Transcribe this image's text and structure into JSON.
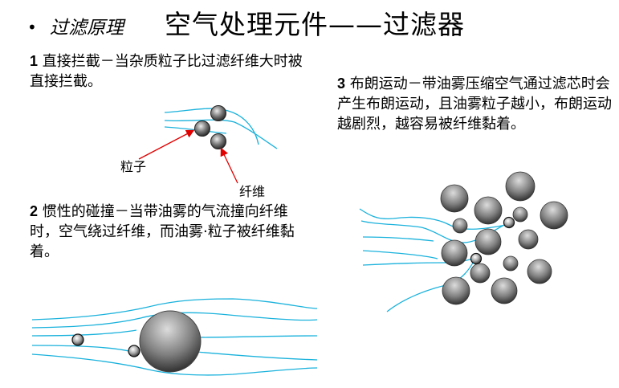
{
  "header": {
    "bullet": "•",
    "subtitle": "过滤原理",
    "title": "空气处理元件——过滤器"
  },
  "sections": [
    {
      "number": "1",
      "text": " 直接拦截－当杂质粒子比过滤纤维大时被直接拦截。"
    },
    {
      "number": "2",
      "text": " 惯性的碰撞－当带油雾的气流撞向纤维时，空气绕过纤维，而油雾·粒子被纤维黏着。"
    },
    {
      "number": "3",
      "text": " 布朗运动－带油雾压缩空气通过滤芯时会产生布朗运动，且油雾粒子越小，布朗运动越剧烈，越容易被纤维黏着。"
    }
  ],
  "diagram1": {
    "particle_label": "粒子",
    "fiber_label": "纤维"
  },
  "colors": {
    "flow_line": "#1ab2dc",
    "arrow": "#e00000",
    "sphere_dark": "#3a3a3a",
    "sphere_light": "#e8e8e8"
  }
}
